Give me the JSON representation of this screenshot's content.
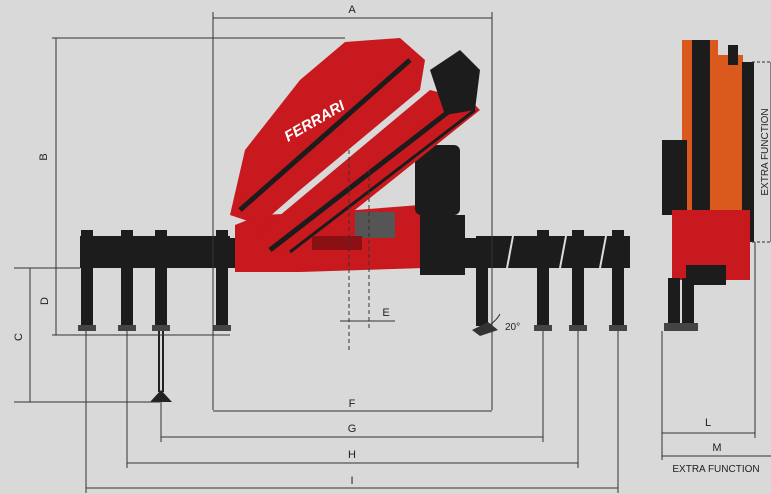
{
  "dimensions": {
    "A": "A",
    "B": "B",
    "C": "C",
    "D": "D",
    "E": "E",
    "F": "F",
    "G": "G",
    "H": "H",
    "I": "I",
    "L": "L",
    "M": "M"
  },
  "angle_label": "20°",
  "extra_function_side": "EXTRA FUNCTION",
  "extra_function_bottom": "EXTRA FUNCTION",
  "brand": "FERRARI",
  "colors": {
    "background": "#d9d9d9",
    "crane_red": "#c8191e",
    "crane_orange": "#d95a1c",
    "steel_dark": "#1c1c1c"
  }
}
